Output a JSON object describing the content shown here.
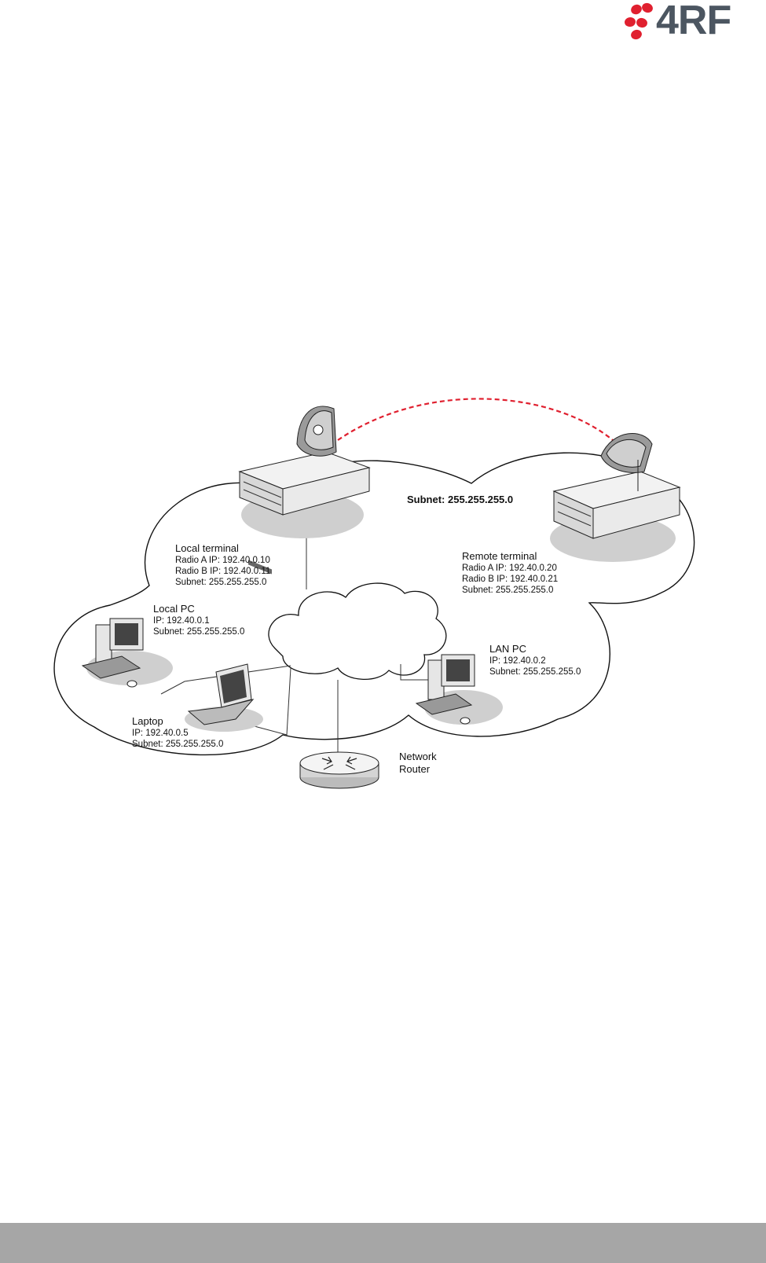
{
  "brand": {
    "logo_text": "4RF",
    "logo_color": "#4c5661",
    "accent_color": "#e0202f"
  },
  "diagram": {
    "link_color": "#e0202f",
    "subnet_label": "Subnet: 255.255.255.0",
    "local_terminal": {
      "title": "Local terminal",
      "radio_a": "Radio A IP: 192.40.0.10",
      "radio_b": "Radio B IP: 192.40.0.11",
      "subnet": "Subnet: 255.255.255.0"
    },
    "remote_terminal": {
      "title": "Remote terminal",
      "radio_a": "Radio A IP: 192.40.0.20",
      "radio_b": "Radio B IP: 192.40.0.21",
      "subnet": "Subnet: 255.255.255.0"
    },
    "local_pc": {
      "title": "Local PC",
      "ip": "IP: 192.40.0.1",
      "subnet": "Subnet: 255.255.255.0"
    },
    "lan_pc": {
      "title": "LAN PC",
      "ip": "IP: 192.40.0.2",
      "subnet": "Subnet: 255.255.255.0"
    },
    "laptop": {
      "title": "Laptop",
      "ip": "IP: 192.40.0.5",
      "subnet": "Subnet: 255.255.255.0"
    },
    "router": {
      "line1": "Network",
      "line2": "Router"
    }
  },
  "footer": {
    "bar_color": "#a6a6a6"
  }
}
